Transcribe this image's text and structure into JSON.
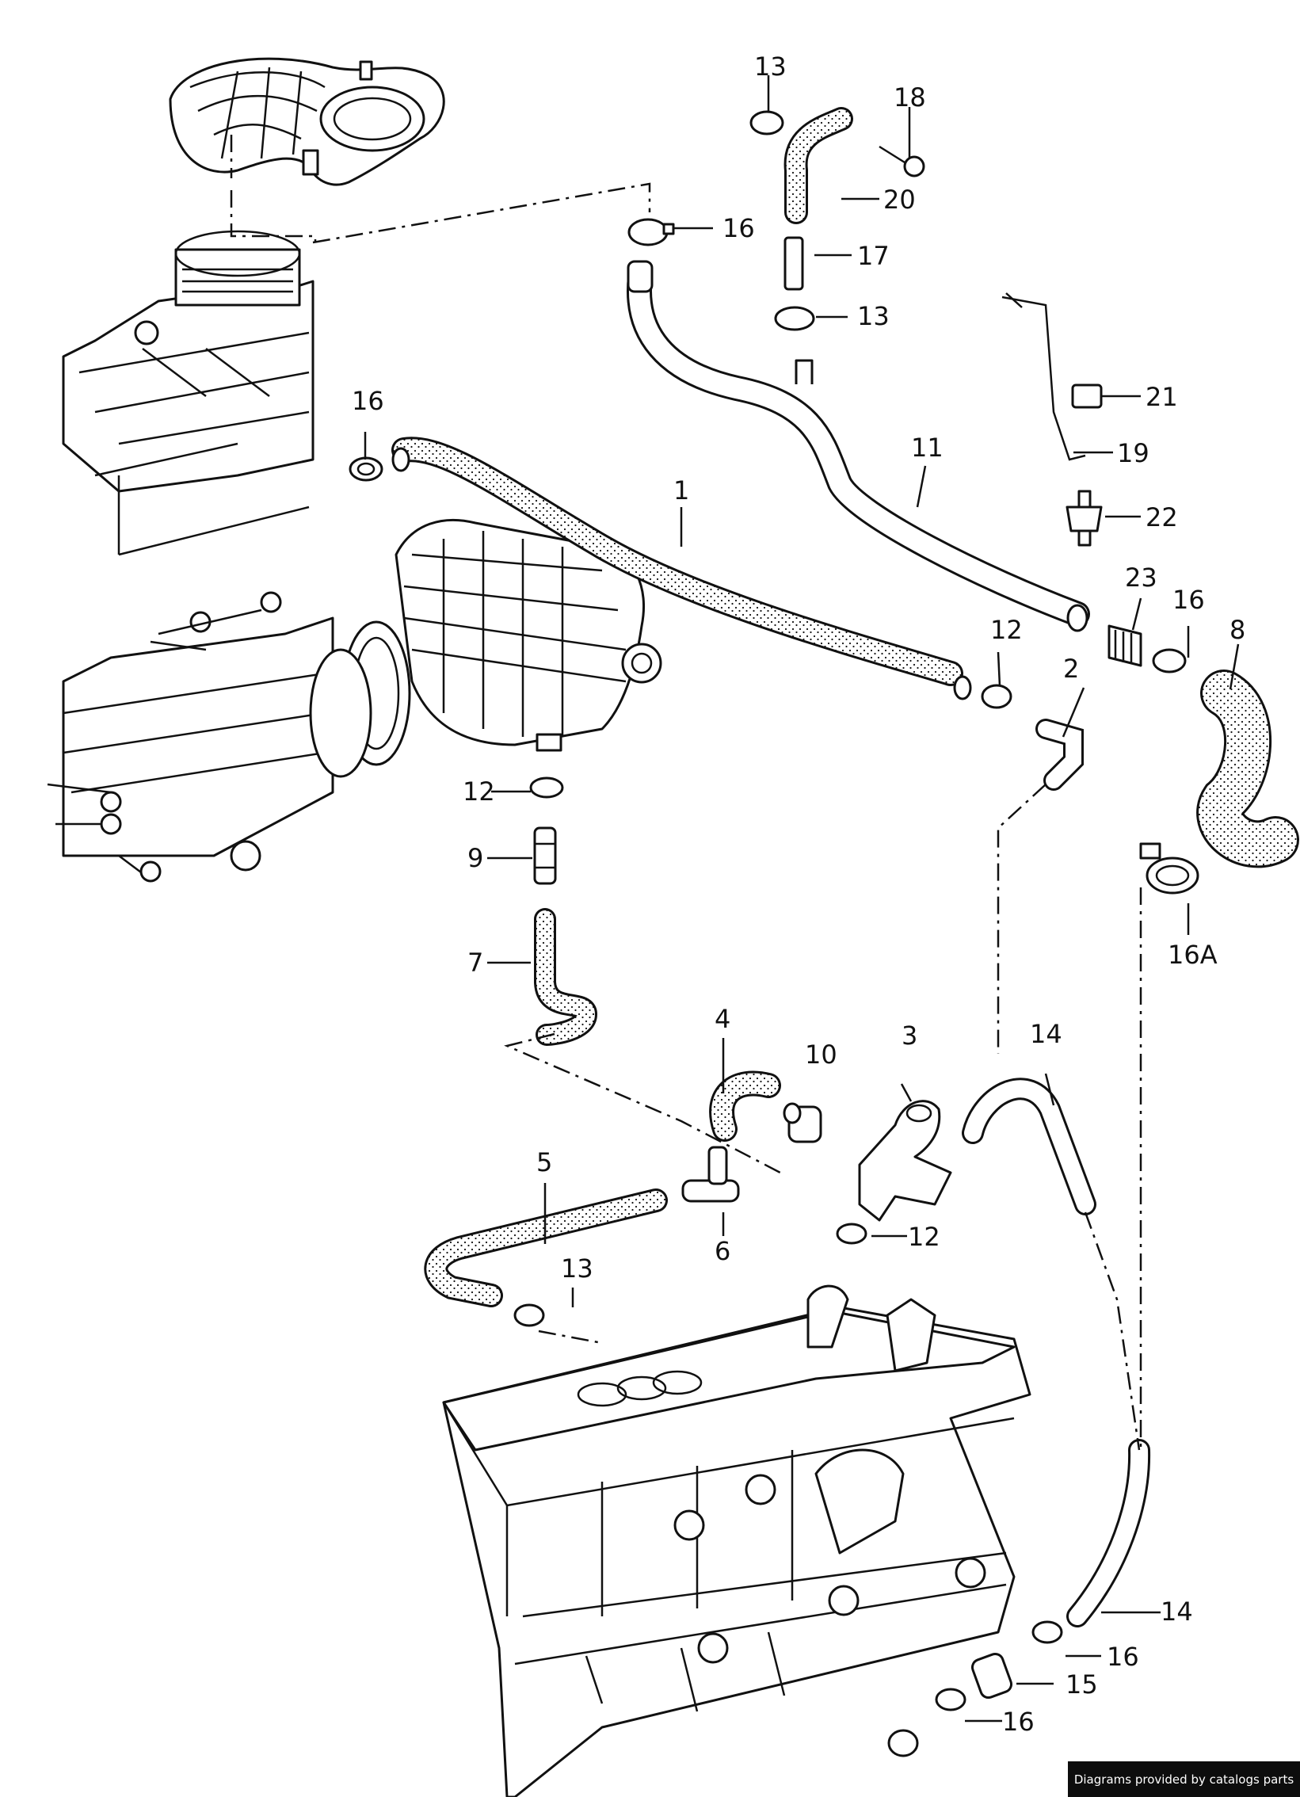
{
  "diagram": {
    "callouts": [
      "1",
      "2",
      "3",
      "4",
      "5",
      "6",
      "7",
      "8",
      "9",
      "10",
      "11",
      "12",
      "12",
      "12",
      "13",
      "13",
      "13",
      "14",
      "14",
      "15",
      "16",
      "16",
      "16",
      "16",
      "16",
      "16A",
      "17",
      "18",
      "19",
      "20",
      "21",
      "22",
      "23"
    ]
  },
  "footer": {
    "credit": "Diagrams provided by catalogs parts"
  }
}
